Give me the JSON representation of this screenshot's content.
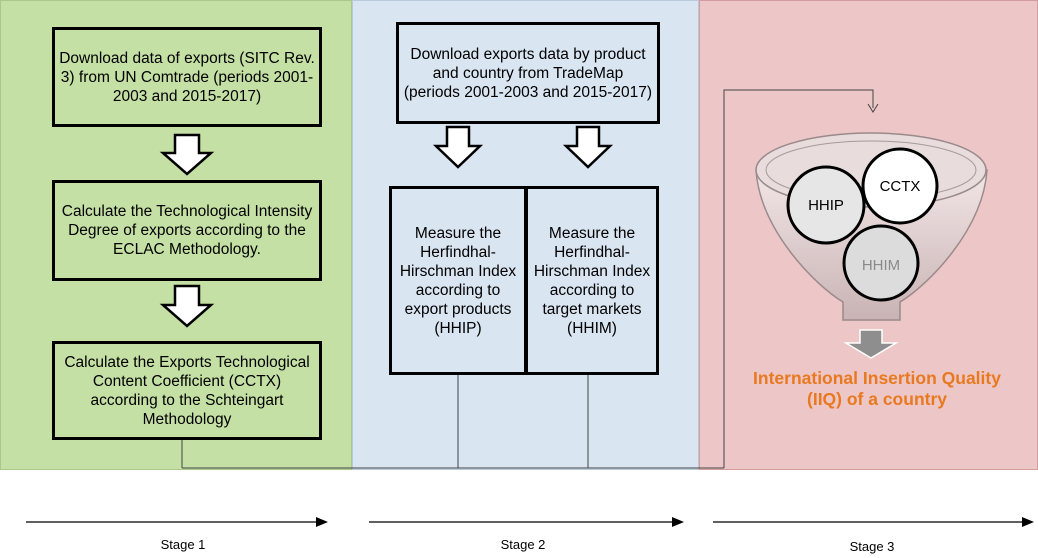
{
  "stage1": {
    "box_download": "Download data of exports (SITC Rev. 3) from UN Comtrade (periods 2001-2003 and 2015-2017)",
    "box_tech_intensity": "Calculate the Technological Intensity Degree of exports according to the ECLAC Methodology.",
    "box_cctx": "Calculate the Exports Technological Content Coefficient (CCTX) according to the Schteingart Methodology"
  },
  "stage2": {
    "box_download": "Download exports data by product and country from TradeMap (periods 2001-2003 and 2015-2017)",
    "box_hhip": "Measure the Herfindhal-Hirschman Index according to export products (HHIP)",
    "box_hhim": "Measure the Herfindhal-Hirschman Index according to target markets (HHIM)"
  },
  "stage3": {
    "circle_hhip": "HHIP",
    "circle_cctx": "CCTX",
    "circle_hhim": "HHIM",
    "result": "International Insertion Quality (IIQ) of a country"
  },
  "timeline": {
    "stage1_label": "Stage 1",
    "stage2_label": "Stage 2",
    "stage3_label": "Stage 3"
  },
  "colors": {
    "stage1_bg": "#c5e0a5",
    "stage2_bg": "#dae5f2",
    "stage3_bg": "#edc6c7",
    "result_text": "#e8791f"
  }
}
